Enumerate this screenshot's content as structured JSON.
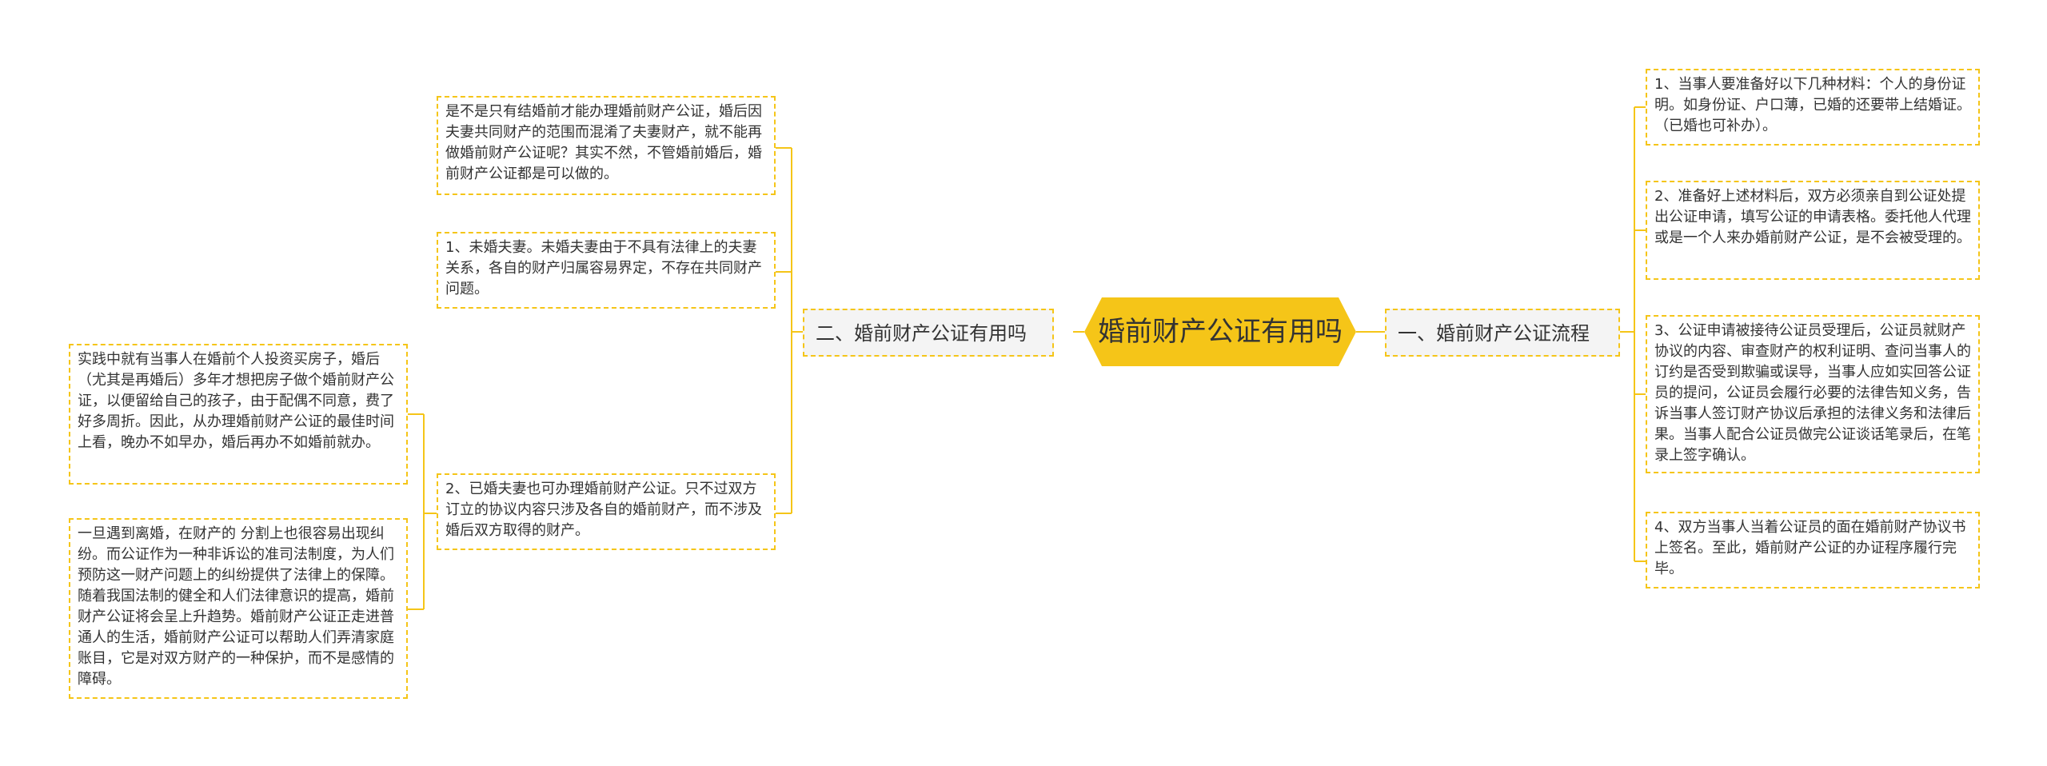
{
  "center": {
    "title": "婚前财产公证有用吗",
    "color": "#f5c518"
  },
  "branches": {
    "right": {
      "label": "一、婚前财产公证流程",
      "items": [
        "1、当事人要准备好以下几种材料：个人的身份证明。如身份证、户口薄，已婚的还要带上结婚证。（已婚也可补办）。",
        "2、准备好上述材料后，双方必须亲自到公证处提出公证申请，填写公证的申请表格。委托他人代理或是一个人来办婚前财产公证，是不会被受理的。",
        "3、公证申请被接待公证员受理后，公证员就财产协议的内容、审查财产的权利证明、查问当事人的订约是否受到欺骗或误导，当事人应如实回答公证员的提问，公证员会履行必要的法律告知义务，告诉当事人签订财产协议后承担的法律义务和法律后果。当事人配合公证员做完公证谈话笔录后，在笔录上签字确认。",
        "4、双方当事人当着公证员的面在婚前财产协议书上签名。至此，婚前财产公证的办证程序履行完毕。"
      ]
    },
    "left": {
      "label": "二、婚前财产公证有用吗",
      "items": [
        "是不是只有结婚前才能办理婚前财产公证，婚后因夫妻共同财产的范围而混淆了夫妻财产，就不能再做婚前财产公证呢？其实不然，不管婚前婚后，婚前财产公证都是可以做的。",
        "1、未婚夫妻。未婚夫妻由于不具有法律上的夫妻关系，各自的财产归属容易界定，不存在共同财产问题。",
        "2、已婚夫妻也可办理婚前财产公证。只不过双方订立的协议内容只涉及各自的婚前财产，而不涉及婚后双方取得的财产。"
      ],
      "sub_items": [
        "实践中就有当事人在婚前个人投资买房子，婚后（尤其是再婚后）多年才想把房子做个婚前财产公证，以便留给自己的孩子，由于配偶不同意，费了好多周折。因此，从办理婚前财产公证的最佳时间上看，晚办不如早办，婚后再办不如婚前就办。",
        "一旦遇到离婚，在财产的 分割上也很容易出现纠纷。而公证作为一种非诉讼的准司法制度，为人们预防这一财产问题上的纠纷提供了法律上的保障。随着我国法制的健全和人们法律意识的提高，婚前财产公证将会呈上升趋势。婚前财产公证正走进普通人的生活，婚前财产公证可以帮助人们弄清家庭账目，它是对双方财产的一种保护，而不是感情的障碍。"
      ]
    }
  },
  "colors": {
    "border": "#f5c518",
    "branch_bg": "#f4f4f4",
    "text": "#333333"
  }
}
